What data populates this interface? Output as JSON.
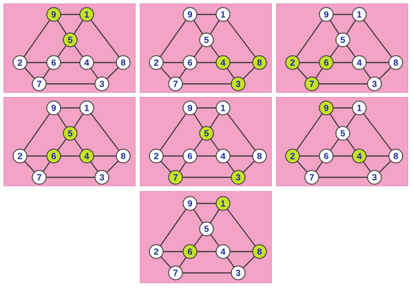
{
  "colors": {
    "panel_bg": "#f2a3c6",
    "edge": "#2a2a2a",
    "node_fill": "#ffffff",
    "node_highlight": "#c8e22a",
    "node_stroke": "#333333",
    "label": "#1a2aa0"
  },
  "graph": {
    "nodes": [
      "9",
      "1",
      "5",
      "2",
      "6",
      "4",
      "8",
      "7",
      "3"
    ],
    "edges": [
      [
        "9",
        "1"
      ],
      [
        "9",
        "5"
      ],
      [
        "1",
        "5"
      ],
      [
        "9",
        "2"
      ],
      [
        "1",
        "8"
      ],
      [
        "2",
        "6"
      ],
      [
        "6",
        "4"
      ],
      [
        "4",
        "8"
      ],
      [
        "5",
        "6"
      ],
      [
        "5",
        "4"
      ],
      [
        "2",
        "7"
      ],
      [
        "8",
        "3"
      ],
      [
        "7",
        "3"
      ],
      [
        "6",
        "7"
      ],
      [
        "4",
        "3"
      ]
    ]
  },
  "panels": [
    {
      "highlighted": [
        "9",
        "1",
        "5"
      ]
    },
    {
      "highlighted": [
        "4",
        "8",
        "3"
      ]
    },
    {
      "highlighted": [
        "2",
        "6",
        "7"
      ]
    },
    {
      "highlighted": [
        "5",
        "6",
        "4"
      ]
    },
    {
      "highlighted": [
        "5",
        "7",
        "3"
      ]
    },
    {
      "highlighted": [
        "9",
        "2",
        "4"
      ]
    },
    {
      "highlighted": [
        "1",
        "6",
        "8"
      ]
    }
  ]
}
